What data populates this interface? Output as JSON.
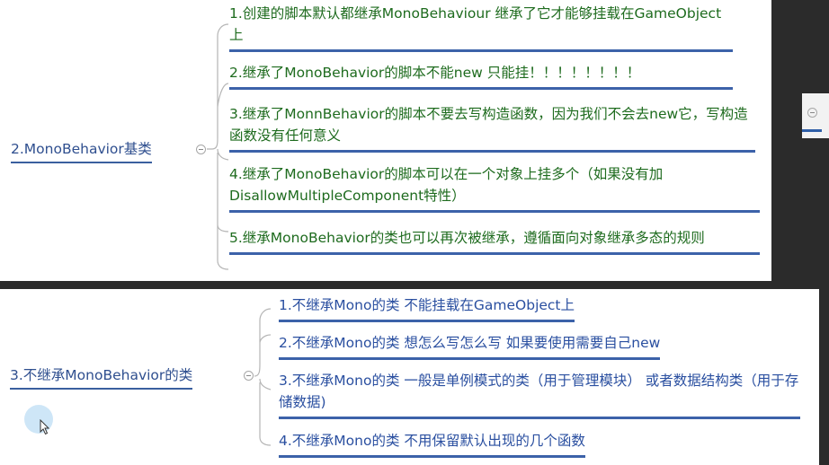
{
  "section_monobehavior": {
    "title": "2.MonoBehavior基类",
    "items": [
      {
        "label": "1.创建的脚本默认都继承MonoBehaviour 继承了它才能够挂载在GameObject上"
      },
      {
        "label": "2.继承了MonoBehavior的脚本不能new 只能挂！！！！！！！！"
      },
      {
        "label": "3.继承了MonnBehavior的脚本不要去写构造函数，因为我们不会去new它，写构造函数没有任何意义"
      },
      {
        "label": "4.继承了MonoBehavior的脚本可以在一个对象上挂多个（如果没有加DisallowMultipleComponent特性）"
      },
      {
        "label": "5.继承MonoBehavior的类也可以再次被继承，遵循面向对象继承多态的规则"
      }
    ]
  },
  "section_non_mono": {
    "title": "3.不继承MonoBehavior的类",
    "items": [
      {
        "label": "1.不继承Mono的类 不能挂载在GameObject上"
      },
      {
        "label": "2.不继承Mono的类 想怎么写怎么写 如果要使用需要自己new"
      },
      {
        "label": "3.不继承Mono的类 一般是单例模式的类（用于管理模块） 或者数据结构类（用于存储数据)"
      },
      {
        "label": "4.不继承Mono的类 不用保留默认出现的几个函数"
      }
    ]
  },
  "colors": {
    "top_branch_text": "#1e6b1e",
    "bottom_branch_text": "#2a4fa0",
    "underline": "#3c62a9",
    "background": "#2b2b2b"
  }
}
